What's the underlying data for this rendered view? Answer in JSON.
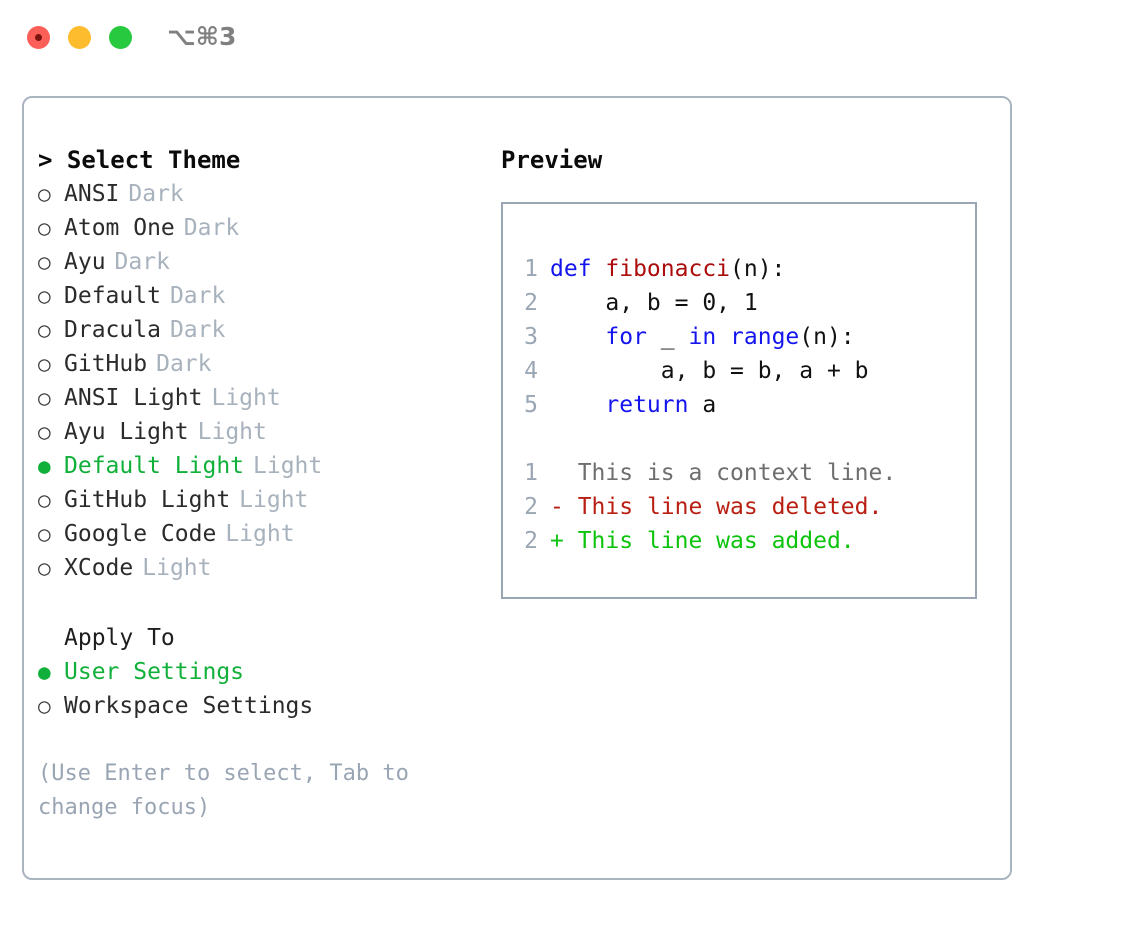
{
  "titlebar": {
    "shortcut": "⌥⌘3",
    "buttons": [
      {
        "name": "close",
        "color": "#fc5f57"
      },
      {
        "name": "minimize",
        "color": "#fdbc2e"
      },
      {
        "name": "maximize",
        "color": "#27c93f"
      }
    ]
  },
  "theme_panel": {
    "header": "> Select Theme",
    "items": [
      {
        "marker": "○",
        "name": "ANSI",
        "variant": "Dark",
        "selected": false
      },
      {
        "marker": "○",
        "name": "Atom One",
        "variant": "Dark",
        "selected": false
      },
      {
        "marker": "○",
        "name": "Ayu",
        "variant": "Dark",
        "selected": false
      },
      {
        "marker": "○",
        "name": "Default",
        "variant": "Dark",
        "selected": false
      },
      {
        "marker": "○",
        "name": "Dracula",
        "variant": "Dark",
        "selected": false
      },
      {
        "marker": "○",
        "name": "GitHub",
        "variant": "Dark",
        "selected": false
      },
      {
        "marker": "○",
        "name": "ANSI Light",
        "variant": "Light",
        "selected": false
      },
      {
        "marker": "○",
        "name": "Ayu Light",
        "variant": "Light",
        "selected": false
      },
      {
        "marker": "●",
        "name": "Default Light",
        "variant": "Light",
        "selected": true
      },
      {
        "marker": "○",
        "name": "GitHub Light",
        "variant": "Light",
        "selected": false
      },
      {
        "marker": "○",
        "name": "Google Code",
        "variant": "Light",
        "selected": false
      },
      {
        "marker": "○",
        "name": "XCode",
        "variant": "Light",
        "selected": false
      }
    ]
  },
  "apply_to": {
    "header": "Apply To",
    "items": [
      {
        "marker": "●",
        "name": "User Settings",
        "selected": true
      },
      {
        "marker": "○",
        "name": "Workspace Settings",
        "selected": false
      }
    ]
  },
  "hint": "(Use Enter to select, Tab to change focus)",
  "preview": {
    "header": "Preview",
    "code_lines": [
      {
        "num": "1",
        "tokens": [
          {
            "t": "def ",
            "c": "kw"
          },
          {
            "t": "fibonacci",
            "c": "fn"
          },
          {
            "t": "(n):",
            "c": "plain"
          }
        ]
      },
      {
        "num": "2",
        "tokens": [
          {
            "t": "    a, b = 0, 1",
            "c": "plain"
          }
        ]
      },
      {
        "num": "3",
        "tokens": [
          {
            "t": "    ",
            "c": "plain"
          },
          {
            "t": "for",
            "c": "kw"
          },
          {
            "t": " _ ",
            "c": "plain"
          },
          {
            "t": "in range",
            "c": "kw"
          },
          {
            "t": "(n):",
            "c": "plain"
          }
        ]
      },
      {
        "num": "4",
        "tokens": [
          {
            "t": "        a, b = b, a + b",
            "c": "plain"
          }
        ]
      },
      {
        "num": "5",
        "tokens": [
          {
            "t": "    ",
            "c": "plain"
          },
          {
            "t": "return",
            "c": "kw"
          },
          {
            "t": " a",
            "c": "plain"
          }
        ]
      }
    ],
    "diff_lines": [
      {
        "num": "1",
        "prefix": "  ",
        "text": "This is a context line.",
        "kind": "ctx"
      },
      {
        "num": "2",
        "prefix": "- ",
        "text": "This line was deleted.",
        "kind": "del"
      },
      {
        "num": "2",
        "prefix": "+ ",
        "text": "This line was added.",
        "kind": "add"
      }
    ]
  },
  "colors": {
    "accent_green": "#11b03a",
    "muted": "#a8b2bd",
    "border": "#aab4c0",
    "keyword_blue": "#1414ee",
    "function_red": "#ab0c0c",
    "diff_delete": "#b81f12",
    "diff_add": "#0cc40c"
  }
}
